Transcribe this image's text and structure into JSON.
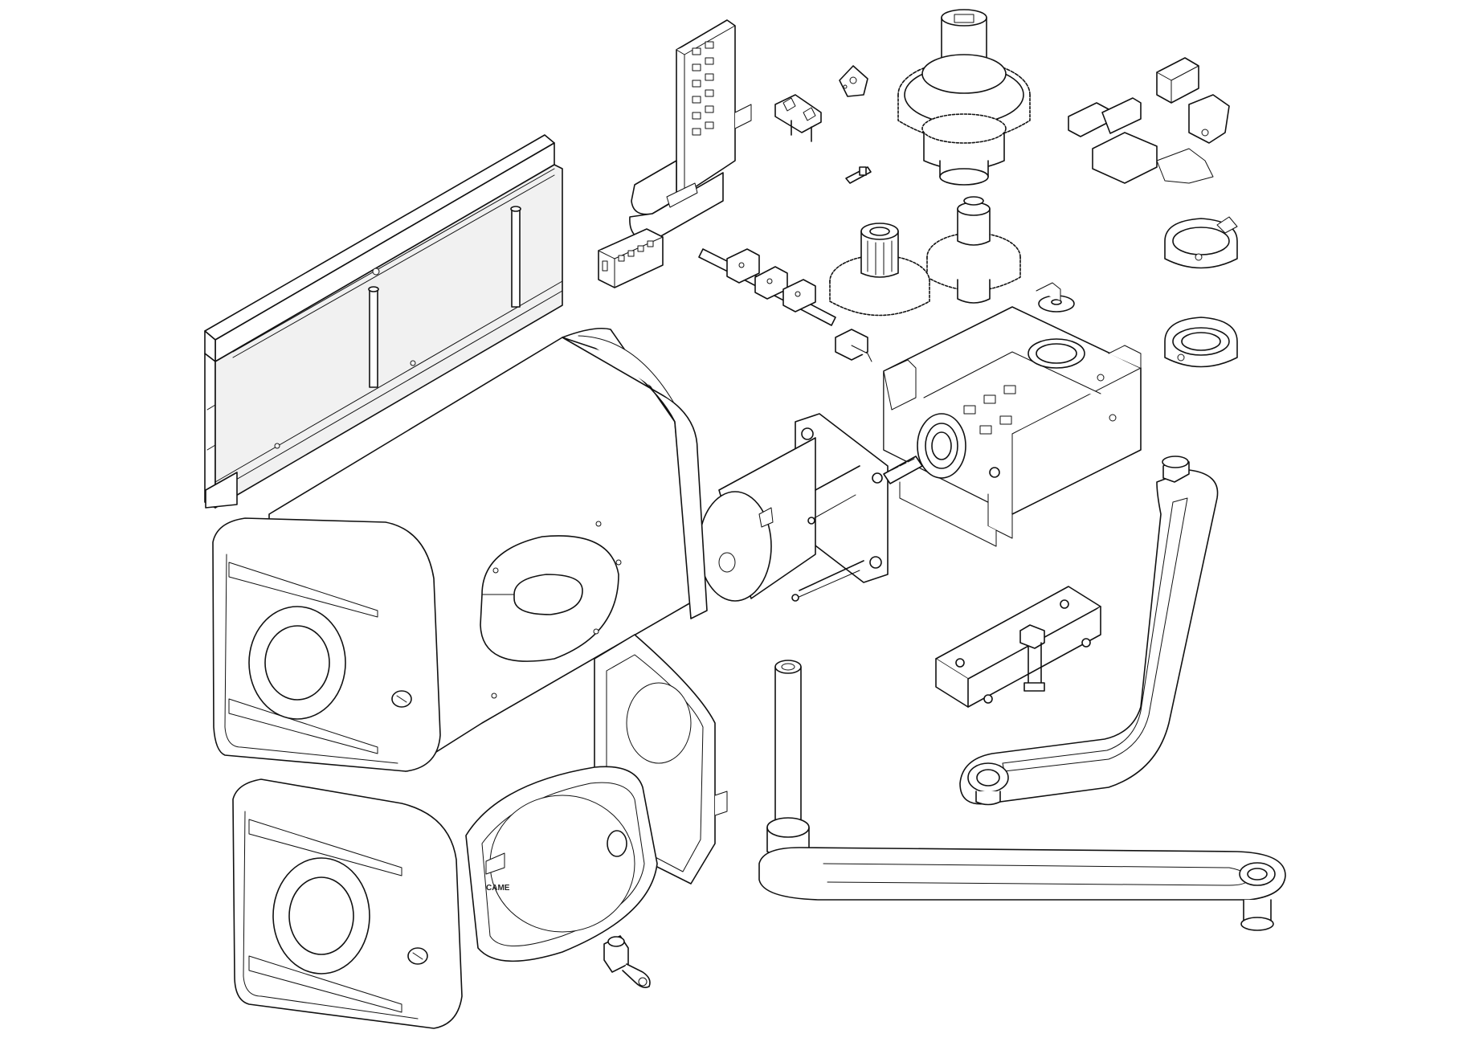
{
  "diagram": {
    "type": "exploded-view parts drawing",
    "line_color": "#111111",
    "background_color": "#ffffff",
    "parts": [
      {
        "id": "mounting-rail",
        "icon": "rail-icon"
      },
      {
        "id": "terminal-bracket",
        "icon": "bracket-icon"
      },
      {
        "id": "terminal-block",
        "icon": "terminal-block-icon"
      },
      {
        "id": "small-clamp",
        "icon": "clamp-icon"
      },
      {
        "id": "small-clip",
        "icon": "clip-icon"
      },
      {
        "id": "small-pin",
        "icon": "pin-icon"
      },
      {
        "id": "output-gear",
        "icon": "gear-icon"
      },
      {
        "id": "intermediate-gear-a",
        "icon": "gear-icon"
      },
      {
        "id": "intermediate-gear-b",
        "icon": "gear-icon"
      },
      {
        "id": "limit-switch-group",
        "icon": "switch-icon"
      },
      {
        "id": "cam-ring-open",
        "icon": "ring-icon"
      },
      {
        "id": "cam-ring-closed",
        "icon": "ring-icon"
      },
      {
        "id": "cam-shaft-assembly",
        "icon": "shaft-icon"
      },
      {
        "id": "gearbox-housing",
        "icon": "gearbox-icon"
      },
      {
        "id": "electric-motor",
        "icon": "motor-icon"
      },
      {
        "id": "main-cover",
        "icon": "cover-icon"
      },
      {
        "id": "end-cap-front",
        "icon": "end-cap-icon"
      },
      {
        "id": "end-cap-rear",
        "icon": "end-cap-icon"
      },
      {
        "id": "release-door",
        "icon": "door-icon"
      },
      {
        "id": "release-key-lock",
        "icon": "key-icon"
      },
      {
        "id": "curved-arm",
        "icon": "arm-icon"
      },
      {
        "id": "straight-arm",
        "icon": "arm-icon"
      },
      {
        "id": "gate-bracket",
        "icon": "bracket-icon"
      }
    ]
  },
  "door_logo": {
    "text": "CAME"
  }
}
